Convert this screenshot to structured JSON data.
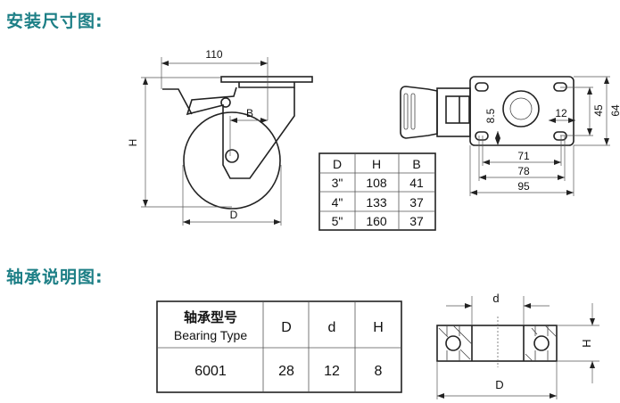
{
  "headings": {
    "install": "安装尺寸图:",
    "bearing": "轴承说明图:"
  },
  "side_view": {
    "width_label": "110",
    "height_label": "H",
    "offset_label": "B",
    "diameter_label": "D"
  },
  "size_table": {
    "headers": [
      "D",
      "H",
      "B"
    ],
    "rows": [
      [
        "3\"",
        "108",
        "41"
      ],
      [
        "4\"",
        "133",
        "37"
      ],
      [
        "5\"",
        "160",
        "37"
      ]
    ]
  },
  "top_view": {
    "labels": {
      "d71": "71",
      "d78": "78",
      "d95": "95",
      "d45": "45",
      "d64": "64",
      "d12": "12",
      "d8_5": "8.5"
    }
  },
  "bearing_table": {
    "header_cn": "轴承型号",
    "header_en": "Bearing Type",
    "headers": [
      "D",
      "d",
      "H"
    ],
    "row": [
      "6001",
      "28",
      "12",
      "8"
    ]
  },
  "bearing_drawing": {
    "labels": {
      "inner": "d",
      "outer": "D",
      "height": "H"
    }
  },
  "colors": {
    "heading": "#1d7f86"
  }
}
